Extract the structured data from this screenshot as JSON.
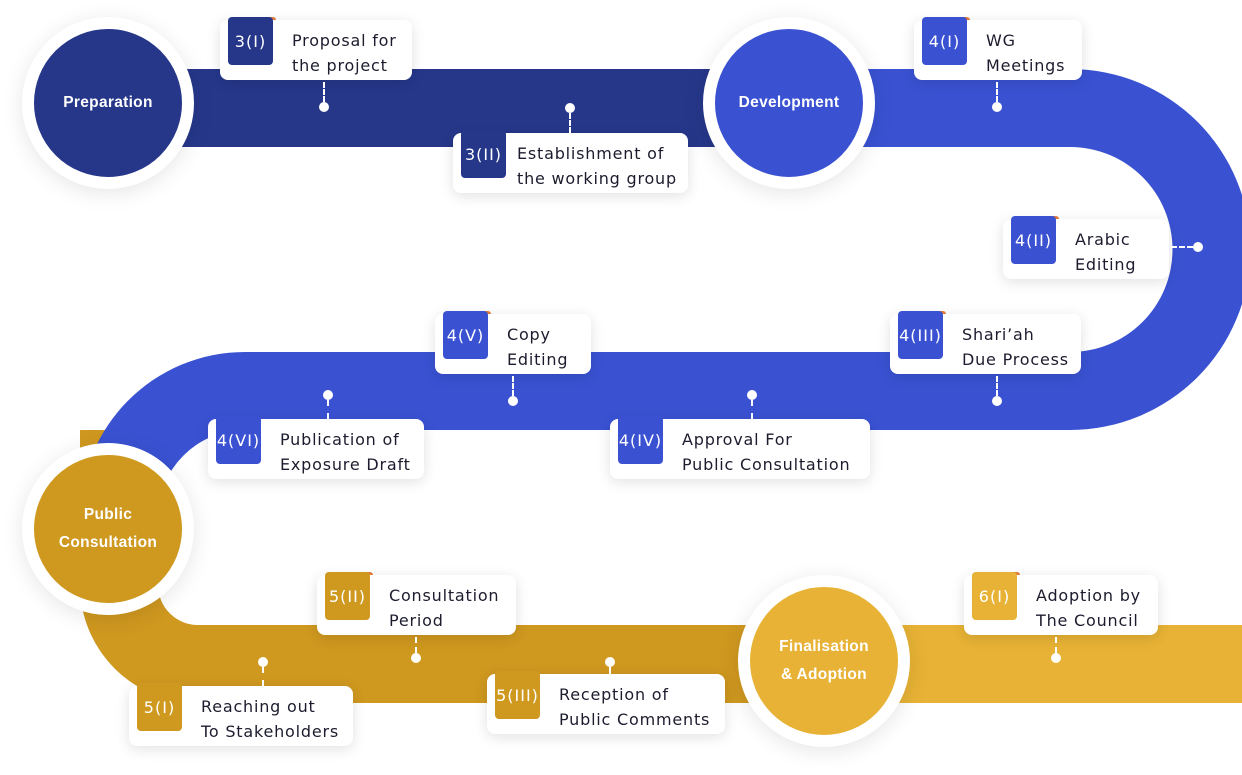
{
  "colors": {
    "dark_blue": "#26378a",
    "blue": "#3a52d2",
    "dark_gold": "#cf981f",
    "gold": "#e7b235"
  },
  "stages": [
    {
      "id": "preparation",
      "lines": [
        "Preparation"
      ],
      "color": "#26378a"
    },
    {
      "id": "development",
      "lines": [
        "Development"
      ],
      "color": "#3a52d2"
    },
    {
      "id": "public-consultation",
      "lines": [
        "Public",
        "Consultation"
      ],
      "color": "#cf981f"
    },
    {
      "id": "finalisation",
      "lines": [
        "Finalisation",
        "& Adoption"
      ],
      "color": "#e7b235"
    }
  ],
  "steps": [
    {
      "code": "3(I)",
      "lines": [
        "Proposal for",
        "the project"
      ],
      "color": "#26378a"
    },
    {
      "code": "3(II)",
      "lines": [
        "Establishment of",
        "the working group"
      ],
      "color": "#26378a"
    },
    {
      "code": "4(I)",
      "lines": [
        "WG",
        "Meetings"
      ],
      "color": "#3a52d2"
    },
    {
      "code": "4(II)",
      "lines": [
        "Arabic",
        "Editing"
      ],
      "color": "#3a52d2"
    },
    {
      "code": "4(III)",
      "lines": [
        "Shari’ah",
        "Due Process"
      ],
      "color": "#3a52d2"
    },
    {
      "code": "4(IV)",
      "lines": [
        "Approval For",
        "Public Consultation"
      ],
      "color": "#3a52d2"
    },
    {
      "code": "4(V)",
      "lines": [
        "Copy",
        "Editing"
      ],
      "color": "#3a52d2"
    },
    {
      "code": "4(VI)",
      "lines": [
        "Publication of",
        "Exposure Draft"
      ],
      "color": "#3a52d2"
    },
    {
      "code": "5(I)",
      "lines": [
        "Reaching out",
        "To Stakeholders"
      ],
      "color": "#cf981f"
    },
    {
      "code": "5(II)",
      "lines": [
        "Consultation",
        "Period"
      ],
      "color": "#cf981f"
    },
    {
      "code": "5(III)",
      "lines": [
        "Reception of",
        "Public Comments"
      ],
      "color": "#cf981f"
    },
    {
      "code": "6(I)",
      "lines": [
        "Adoption by",
        "The Council"
      ],
      "color": "#e7b235"
    }
  ]
}
